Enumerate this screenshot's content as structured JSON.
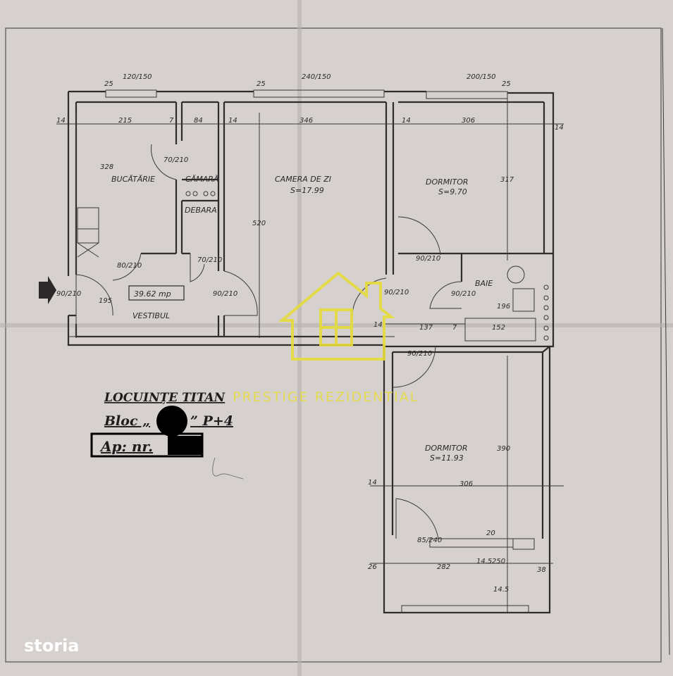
{
  "rooms": {
    "kitchen": "BUCĂTĂRIE",
    "pantry": "CĂMARĂ",
    "storage": "DEBARA",
    "living": "CAMERA DE ZI",
    "living_area": "S=17.99",
    "bedroom1": "DORMITOR",
    "bedroom1_area": "S=9.70",
    "bath": "BAIE",
    "hall": "VESTIBUL",
    "bedroom2": "DORMITOR",
    "bedroom2_area": "S=11.93"
  },
  "total_area": "39.62 mp",
  "dimensions": {
    "d14a": "14",
    "d215": "215",
    "d7a": "7",
    "d84": "84",
    "d14b": "14",
    "d346": "346",
    "d14c": "14",
    "d306a": "306",
    "d14d": "14",
    "d328": "328",
    "d520": "520",
    "d317": "317",
    "d195": "195",
    "d196": "196",
    "d137": "137",
    "d7b": "7",
    "d152": "152",
    "d390": "390",
    "d306b": "306",
    "d14e": "14",
    "d14f": "14",
    "d282": "282",
    "d26": "26",
    "d38": "38",
    "d25a": "25",
    "d25b": "25",
    "d25c": "25",
    "w1": "120/150",
    "w2": "240/150",
    "w3": "200/150",
    "door1": "70/210",
    "door2": "80/210",
    "door3": "70/210",
    "door4": "90/210",
    "door5": "90/210",
    "door6": "90/210",
    "door7": "90/210",
    "door8": "90/210",
    "door9": "90/210",
    "door10": "85/240",
    "d145a": "14.5",
    "d250": "250",
    "d145b": "14.5",
    "d20": "20"
  },
  "title_block": {
    "line1": "LOCUINȚE TITAN",
    "line2_prefix": "Bloc „",
    "line2_suffix": "” P+4",
    "line3": "Ap: nr."
  },
  "watermark": "PRESTIGE REZIDENTIAL",
  "brand": "storia",
  "colors": {
    "paper": "#d6d1ce",
    "ink": "#2e2c2c",
    "watermark": "#e6dc3a"
  }
}
